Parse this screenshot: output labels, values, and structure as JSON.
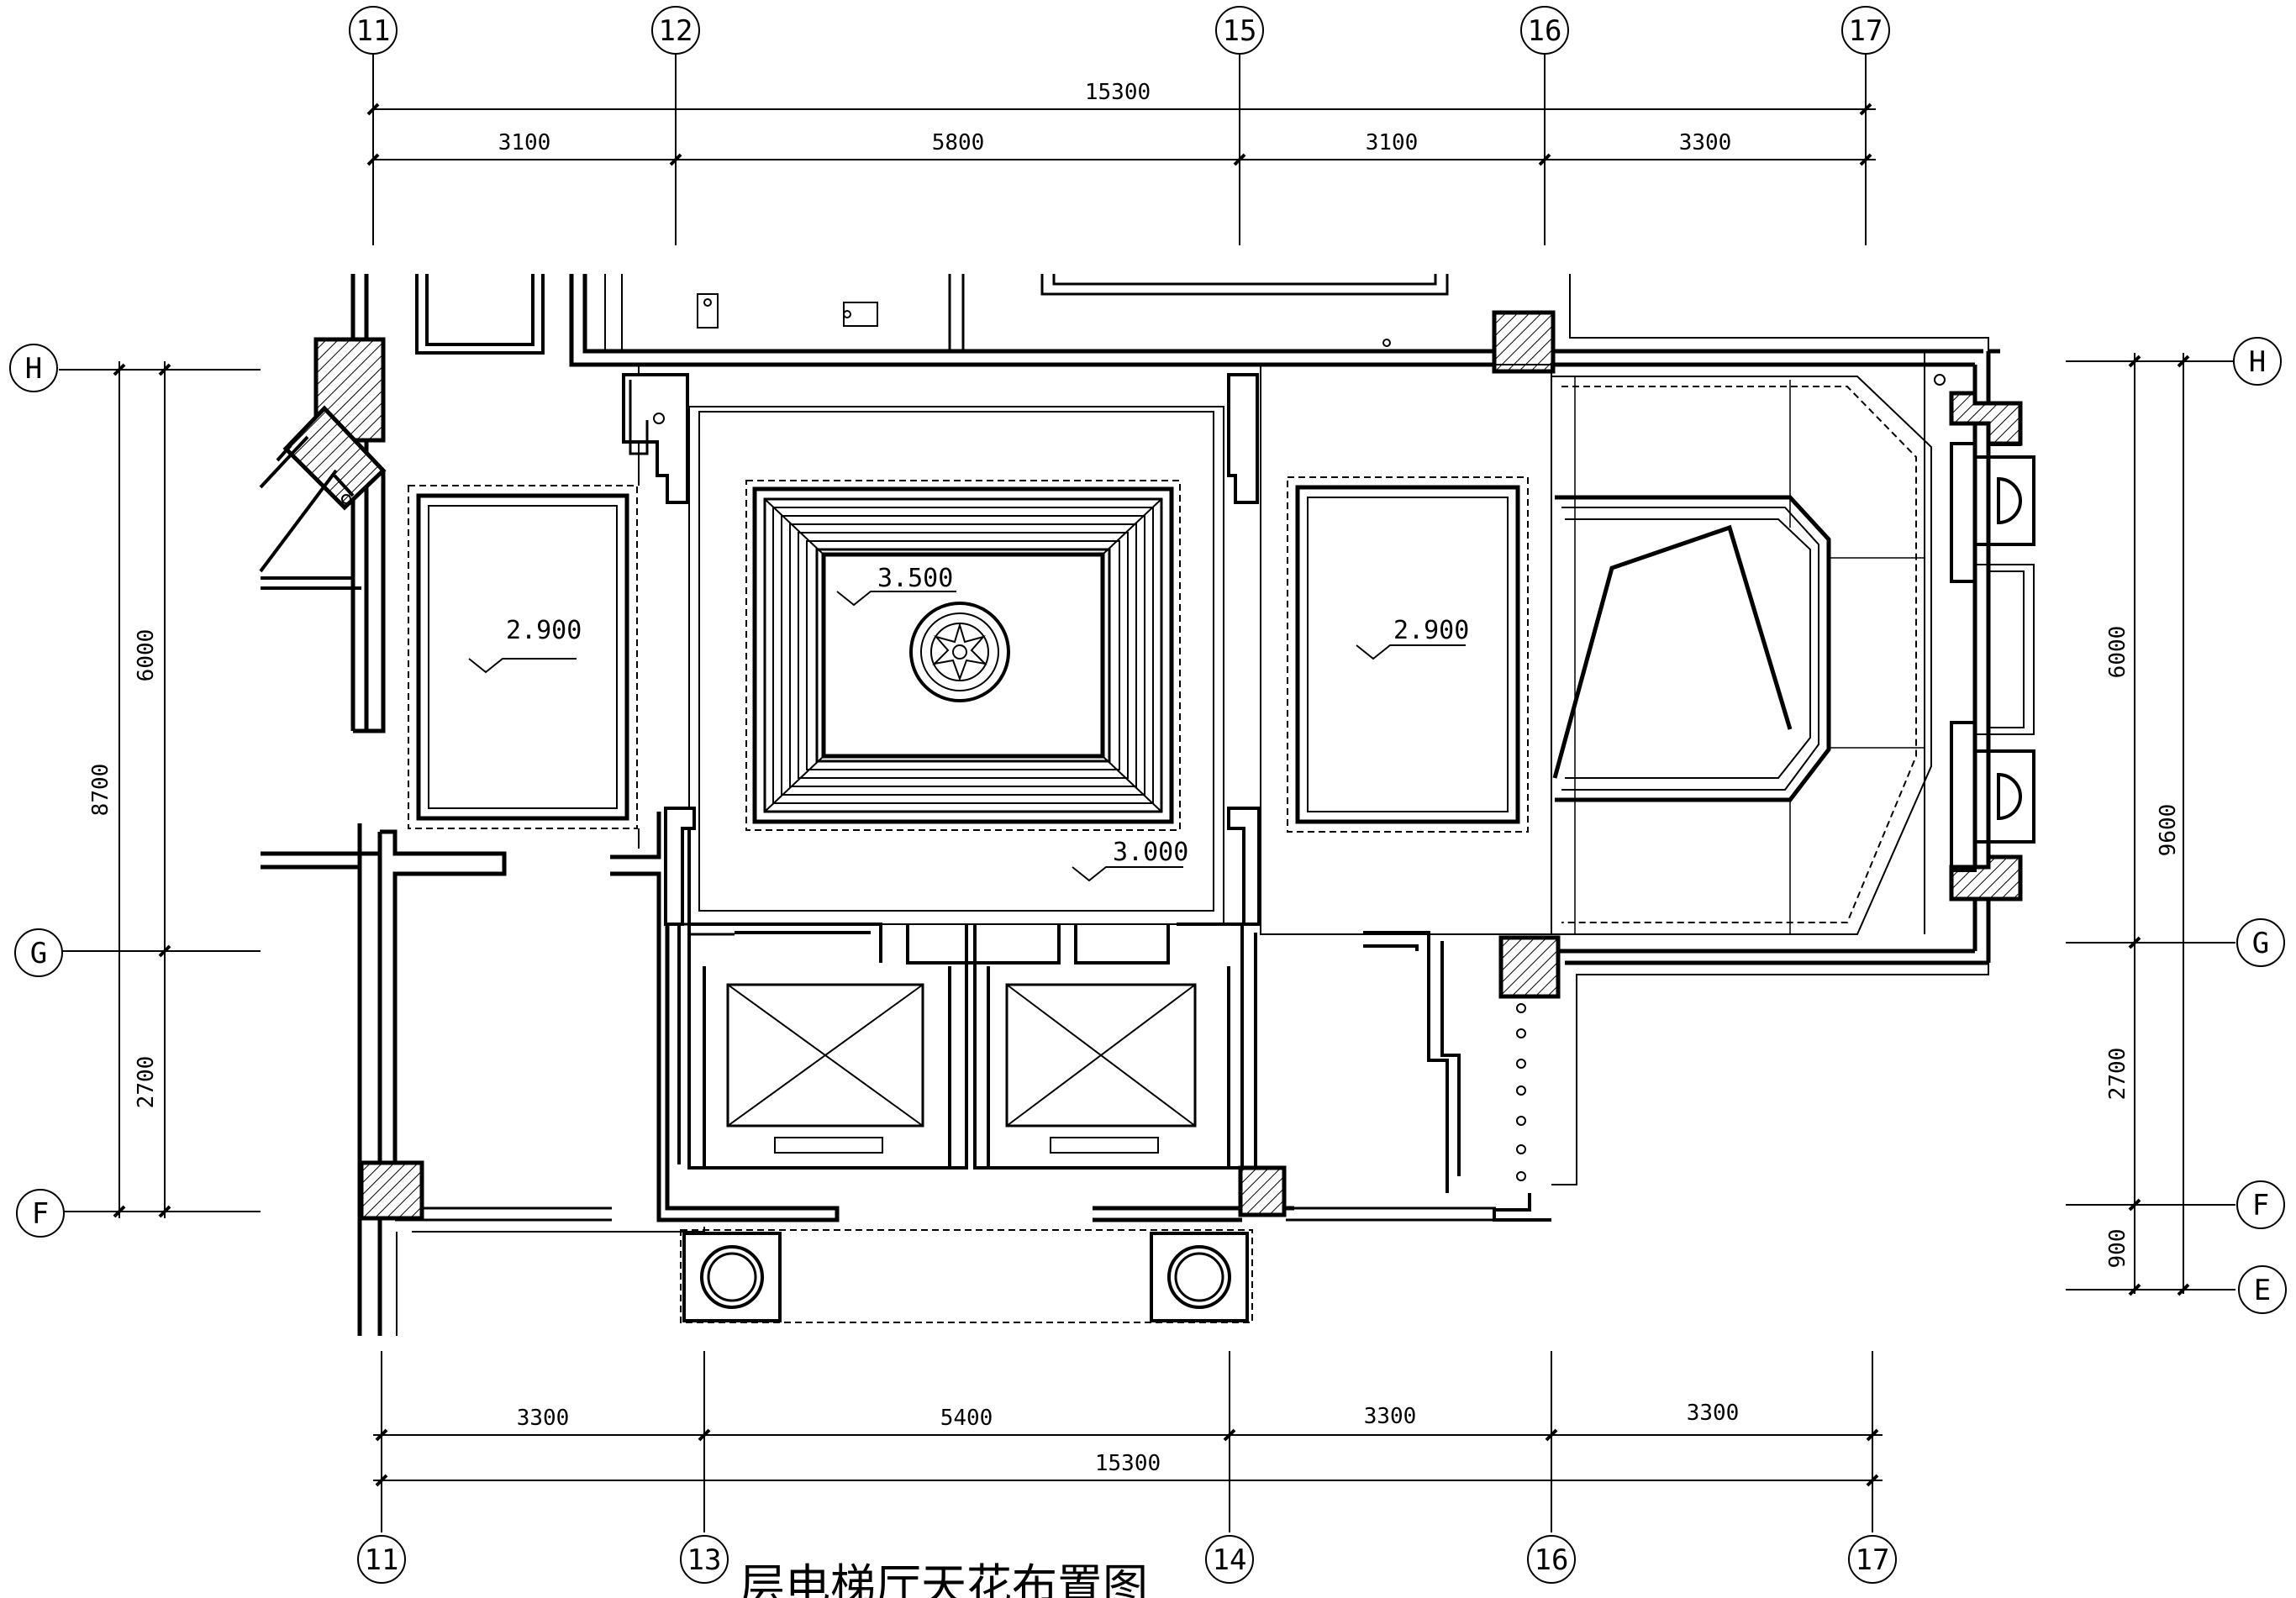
{
  "axes": {
    "top": [
      "11",
      "12",
      "15",
      "16",
      "17"
    ],
    "bottom": [
      "11",
      "13",
      "14",
      "16",
      "17"
    ],
    "left": [
      "H",
      "G",
      "F"
    ],
    "right": [
      "H",
      "G",
      "F",
      "E"
    ]
  },
  "dimensions": {
    "top_total": "15300",
    "top_segments": [
      "3100",
      "5800",
      "3100",
      "3300"
    ],
    "bottom_total": "15300",
    "bottom_segments": [
      "3300",
      "5400",
      "3300",
      "3300"
    ],
    "left_total": "8700",
    "left_segments": [
      "6000",
      "2700"
    ],
    "right_total": "9600",
    "right_segments": [
      "6000",
      "2700",
      "900"
    ]
  },
  "levels": {
    "left_panel": "2.900",
    "central_dome": "3.500",
    "central_ceiling": "3.000",
    "right_panel": "2.900"
  },
  "title": "层电梯厅天花布置图"
}
